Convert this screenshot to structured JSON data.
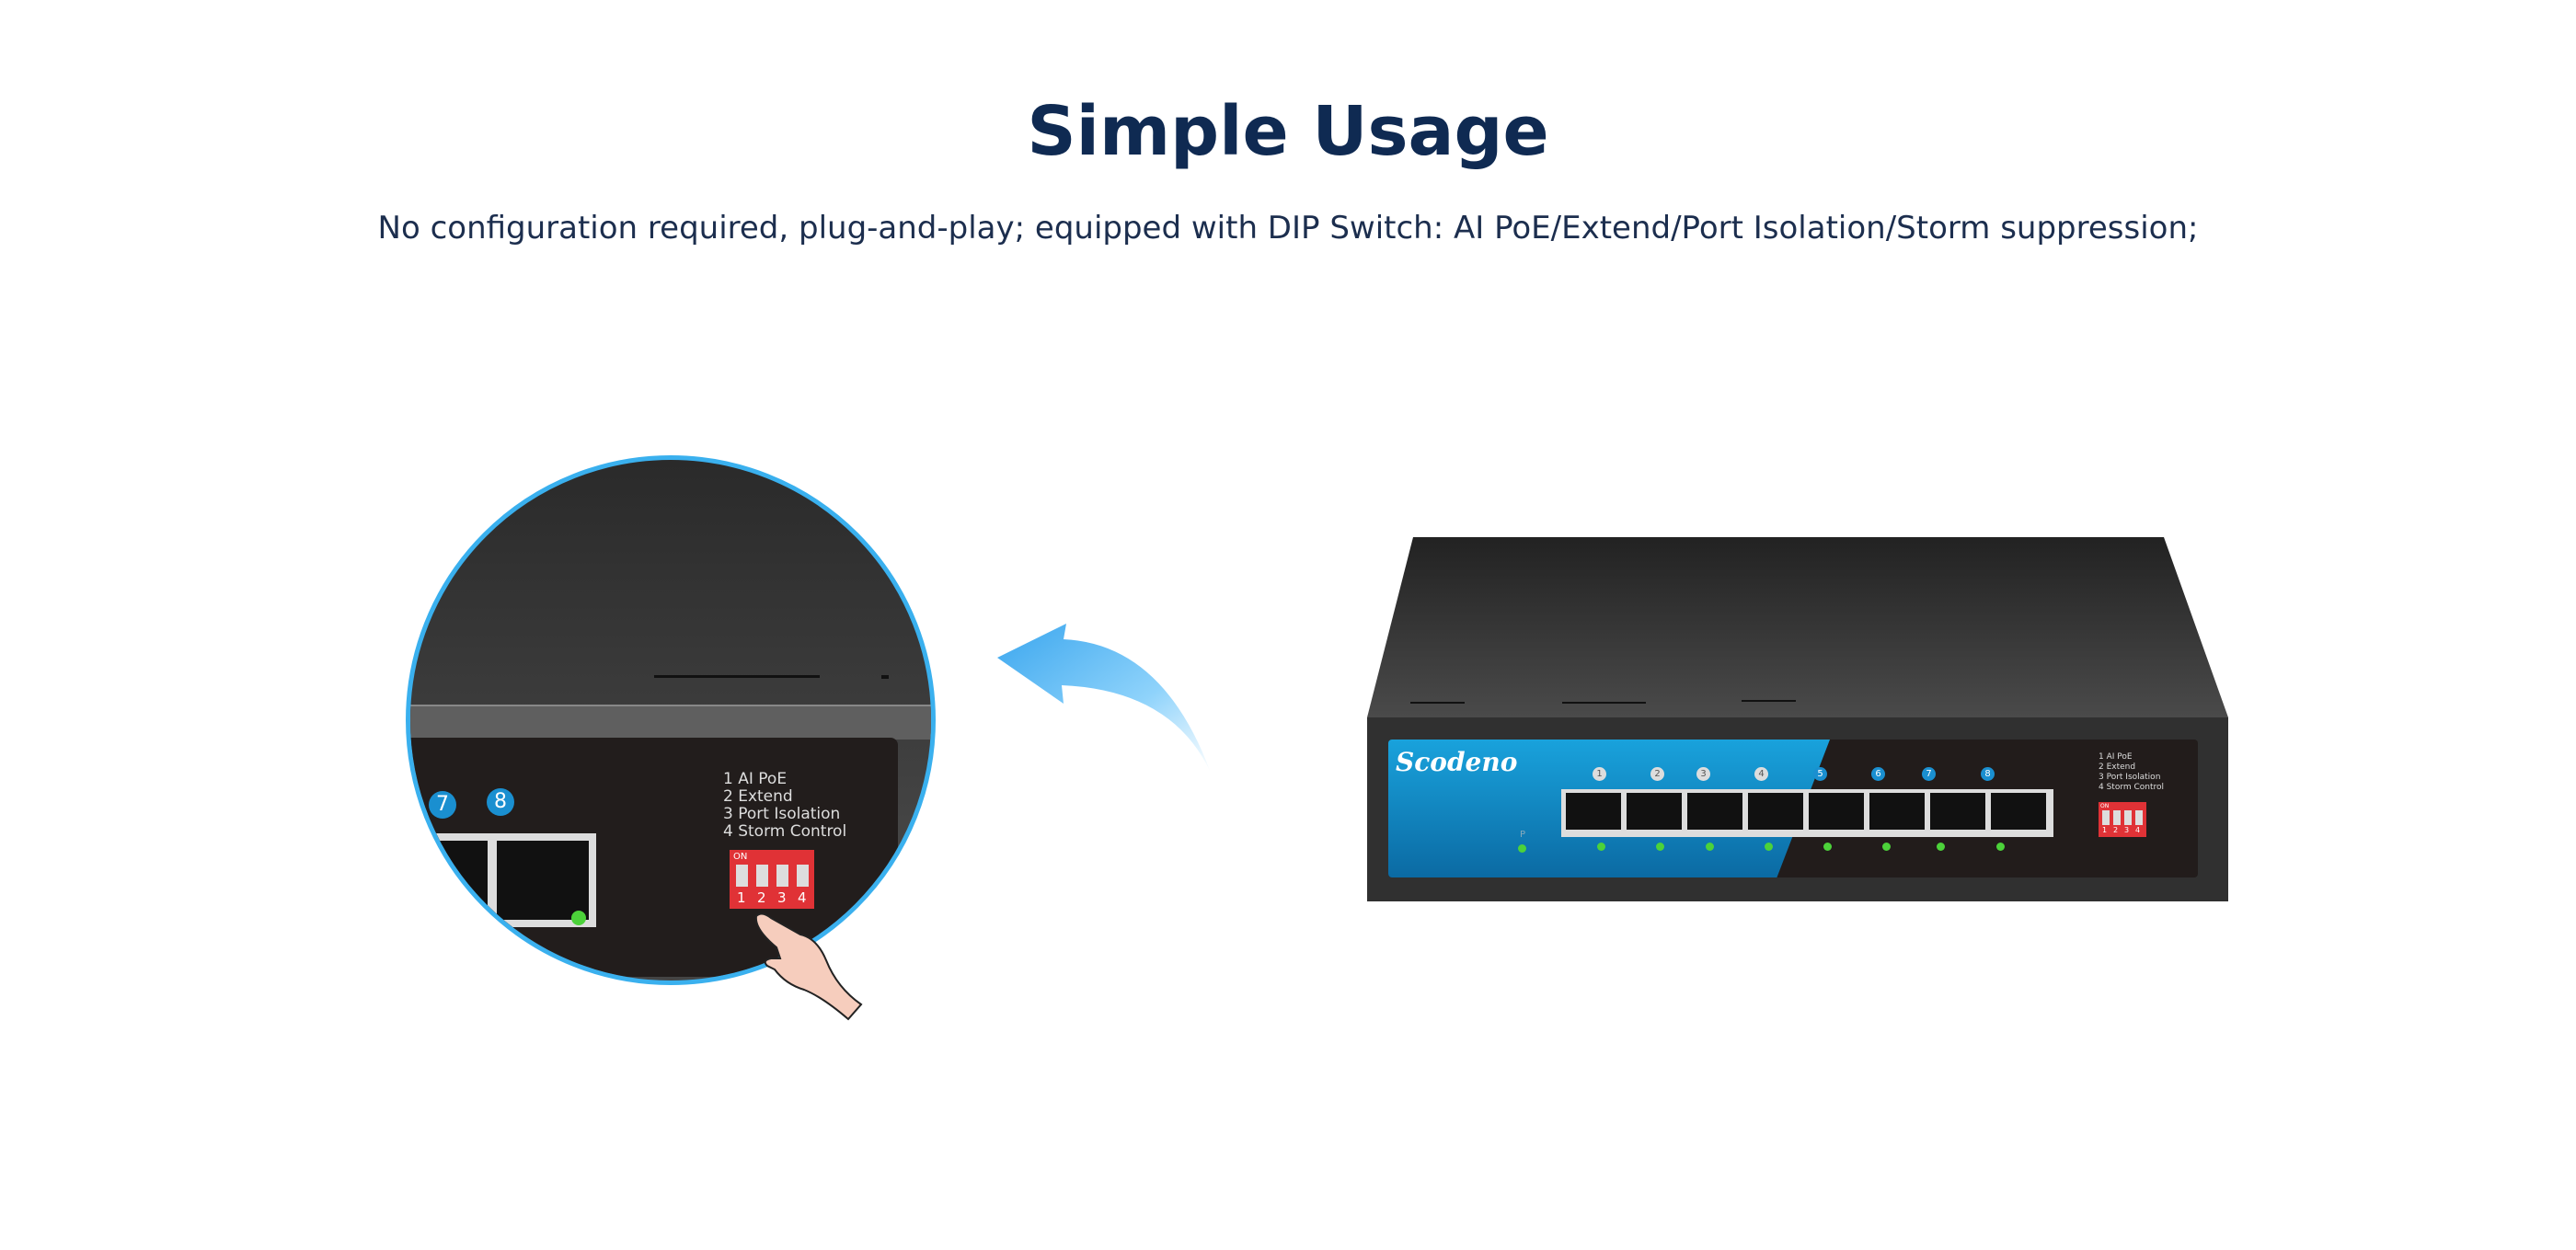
{
  "header": {
    "title": "Simple Usage",
    "subtitle": "No configuration required, plug-and-play; equipped with DIP Switch: AI PoE/Extend/Port Isolation/Storm suppression;"
  },
  "product": {
    "brand": "Scodeno",
    "ports": [
      "1",
      "2",
      "3",
      "4",
      "5",
      "6",
      "7",
      "8"
    ],
    "power_led_label": "P",
    "dip_labels": [
      "1 AI PoE",
      "2 Extend",
      "3 Port Isolation",
      "4 Storm Control"
    ],
    "dip_on_label": "ON",
    "dip_numbers": [
      "1",
      "2",
      "3",
      "4"
    ]
  },
  "zoom_view": {
    "ports": [
      "7",
      "8"
    ]
  },
  "colors": {
    "accent": "#3ab0ee",
    "title": "#0f2a52",
    "led": "#4cd23a",
    "dip": "#e03236"
  }
}
